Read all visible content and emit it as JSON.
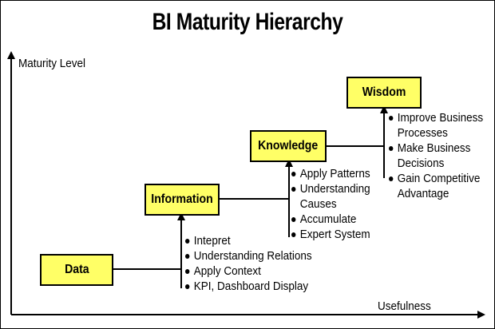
{
  "title": "BI Maturity Hierarchy",
  "axes": {
    "y_label": "Maturity Level",
    "x_label": "Usefulness"
  },
  "colors": {
    "stage_fill": "#ffff66",
    "stage_border": "#000000",
    "line": "#000000"
  },
  "stages": [
    {
      "label": "Data",
      "bullets": []
    },
    {
      "label": "Information",
      "bullets": [
        "Intepret",
        "Understanding Relations",
        "Apply Context",
        "KPI, Dashboard Display"
      ]
    },
    {
      "label": "Knowledge",
      "bullets": [
        "Apply Patterns",
        "Understanding",
        "Causes",
        "Accumulate",
        "Expert System"
      ]
    },
    {
      "label": "Wisdom",
      "bullets": [
        "Improve Business",
        "Processes",
        "Make Business",
        "Decisions",
        "Gain Competitive",
        "Advantage"
      ]
    }
  ]
}
